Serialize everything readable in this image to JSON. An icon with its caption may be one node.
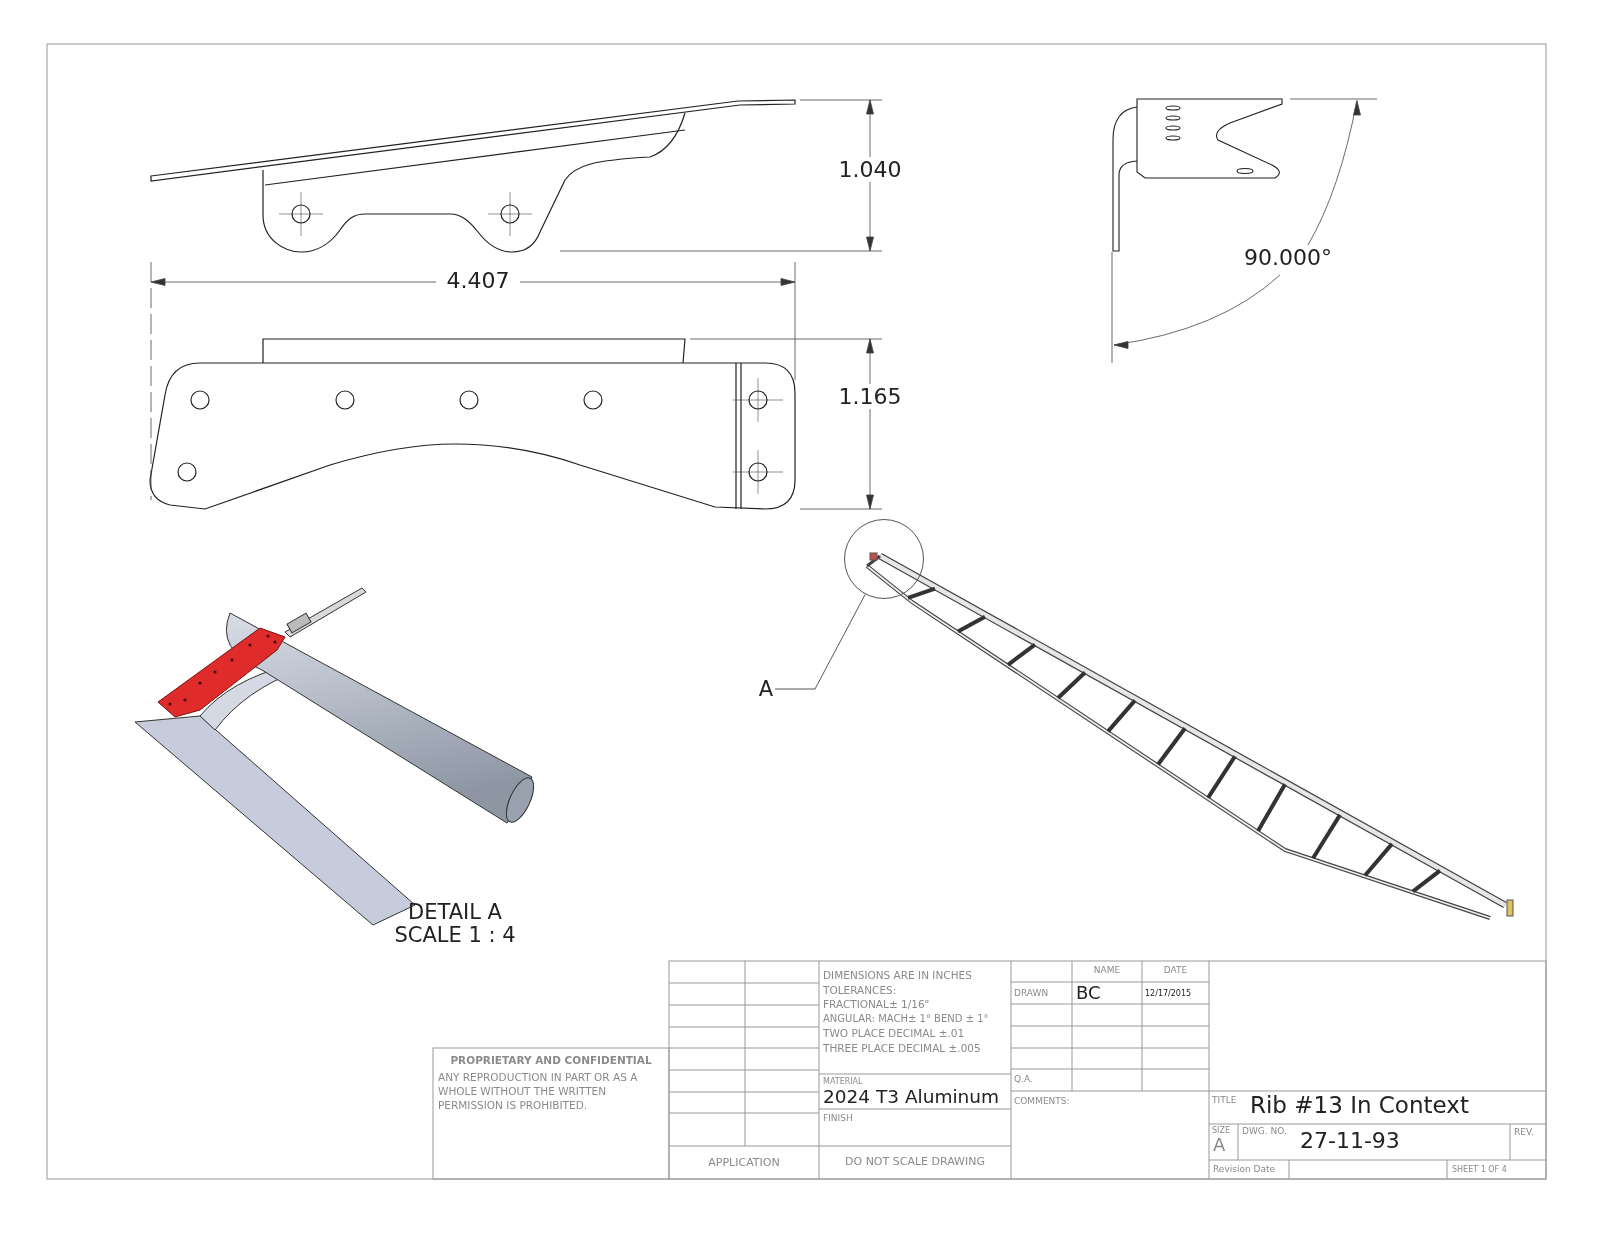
{
  "diagram": {
    "nodes": [
      {
        "text": [
          "A"
        ]
      },
      {
        "text": [],
        "shape": "circle"
      }
    ],
    "edges": [
      {
        "from": 0,
        "to": 1,
        "arrow": "none"
      }
    ],
    "labels": [
      "1.040",
      "4.407",
      "1.165",
      "90.000°",
      "DETAIL A",
      "SCALE 1 : 4",
      "DIMENSIONS ARE IN INCHES",
      "TOLERANCES:",
      "FRACTIONAL± 1/16\"",
      "ANGULAR: MACH± 1° BEND ± 1°",
      "TWO PLACE DECIMAL ±.01",
      "THREE PLACE DECIMAL ±.005",
      "PROPRIETARY AND CONFIDENTIAL",
      "ANY REPRODUCTION IN PART OR AS A WHOLE WITHOUT THE WRITTEN PERMISSION IS PROHIBITED.",
      "MATERIAL",
      "2024 T3 Aluminum",
      "FINISH",
      "APPLICATION",
      "DO NOT SCALE DRAWING",
      "NAME",
      "DATE",
      "DRAWN",
      "BC",
      "12/17/2015",
      "Q.A.",
      "COMMENTS:",
      "TITLE",
      "Rib #13 In Context",
      "SIZE",
      "A",
      "DWG. NO.",
      "27-11-93",
      "REV.",
      "Revision Date",
      "SHEET 1 OF 4"
    ]
  }
}
